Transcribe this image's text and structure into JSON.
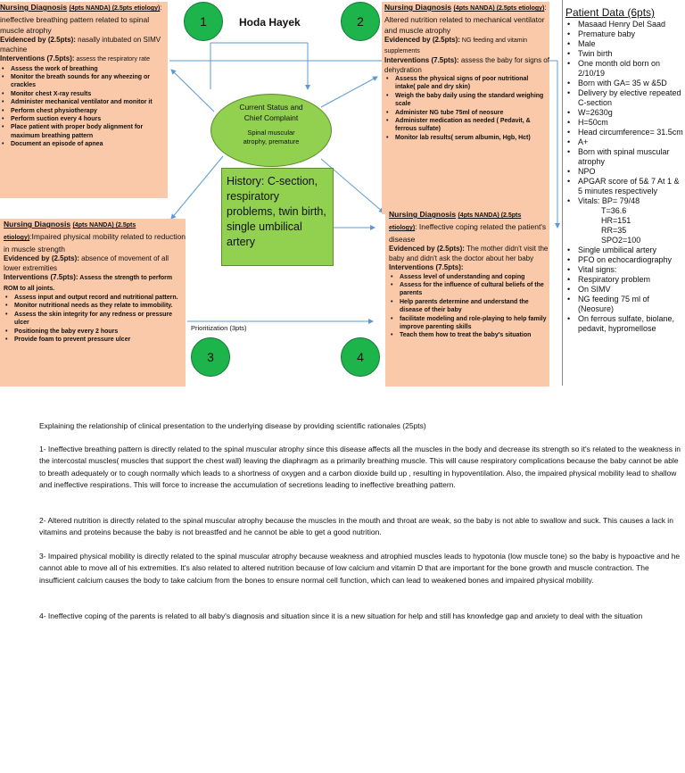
{
  "author": "Hoda Hayek",
  "circles": [
    "1",
    "2",
    "3",
    "4"
  ],
  "center": {
    "line1": "Current Status and",
    "line2": "Chief Complaint",
    "line3": "Spinal muscular",
    "line4": "atrophy, premature"
  },
  "history": "History: C-section, respiratory problems, twin birth, single umbilical artery",
  "prioritization": "Prioritization (3pts)",
  "box1": {
    "dx_label": "Nursing Diagnosis",
    "dx_pts": "(4pts NANDA) (2.5pts etiology)",
    "dx_text": ": ineffective breathing pattern related to spinal muscle atrophy",
    "ev_label": "Evidenced by",
    "ev_pts": "(2.5pts):",
    "ev_text": " nasally intubated on SIMV machine",
    "int_label": "Interventions",
    "int_pts": "(7.5pts):",
    "int_text": " assess the respiratory rate",
    "items": [
      "Assess the work of breathing",
      "Monitor the breath sounds for any wheezing or crackles",
      "Monitor chest X-ray results",
      "Administer mechanical ventilator and monitor it",
      "Perform chest physiotherapy",
      "Perform suction every 4 hours",
      "Place patient with proper body alignment for maximum breathing pattern",
      "Document an episode of apnea"
    ]
  },
  "box2": {
    "dx_label": "Nursing Diagnosis",
    "dx_pts": "(4pts NANDA) (2.5pts etiology)",
    "dx_text": ": Altered nutrition related to mechanical ventilator and muscle atrophy",
    "ev_label": "Evidenced by",
    "ev_pts": "(2.5pts):",
    "ev_text": " NG feeding and vitamin supplements",
    "int_label": "Interventions",
    "int_pts": "(7.5pts):",
    "int_text": " assess the baby for signs of dehydration",
    "items": [
      "Assess the physical signs of poor nutritional intake( pale and dry skin)",
      "Weigh the baby daily using the standard weighing scale",
      "Administer NG tube 75ml of neosure",
      "Administer medication as needed ( Pedavit, & ferrous sulfate)",
      "Monitor lab results( serum albumin, Hgb, Hct)"
    ]
  },
  "box3": {
    "dx_label": "Nursing Diagnosis",
    "dx_pts": "(4pts NANDA) (2.5pts etiology)",
    "dx_text": ":Impaired physical mobility related to reduction in muscle strength",
    "ev_label": "Evidenced by",
    "ev_pts": "(2.5pts):",
    "ev_text": " absence of movement of all lower extremities",
    "int_label": "Interventions",
    "int_pts": "(7.5pts):",
    "int_text": " Assess the strength to perform ROM to all joints.",
    "items": [
      "Assess input and output record and nutritional pattern.",
      "Monitor nutritional needs as they relate to immobility.",
      "Assess the skin integrity for any redness or pressure ulcer",
      "Positioning the baby every 2 hours",
      "Provide foam to prevent pressure ulcer"
    ]
  },
  "box4": {
    "dx_label": "Nursing Diagnosis",
    "dx_pts": "(4pts NANDA) (2.5pts etiology)",
    "dx_text": ": Ineffective coping related the patient's disease",
    "ev_label": "Evidenced by",
    "ev_pts": "(2.5pts):",
    "ev_text": " The mother didn't visit the baby and didn't ask the doctor about her baby",
    "int_label": "Interventions",
    "int_pts": "(7.5pts):",
    "int_text": "",
    "items": [
      "Assess level of understanding and coping",
      "Assess for the influence of cultural beliefs of the parents",
      "Help parents determine and understand the disease of their baby",
      "facilitate modeling and role-playing to help family improve parenting skills",
      "Teach them how to treat the baby's situation"
    ]
  },
  "patient": {
    "title": "Patient Data (6pts)",
    "lines": [
      {
        "t": "Masaad Henry Del Saad",
        "s": "bul"
      },
      {
        "t": "Premature baby",
        "s": "bul"
      },
      {
        "t": "Male",
        "s": "bul"
      },
      {
        "t": "Twin birth",
        "s": "bul"
      },
      {
        "t": "One month old born on 2/10/19",
        "s": "bul"
      },
      {
        "t": "Born with GA= 35 w &5D",
        "s": "bul"
      },
      {
        "t": "Delivery by elective repeated C-section",
        "s": "bul"
      },
      {
        "t": "W=2630g",
        "s": "bul"
      },
      {
        "t": "H=50cm",
        "s": "bul"
      },
      {
        "t": "Head circumference= 31.5cm",
        "s": "bul"
      },
      {
        "t": "A+",
        "s": "bul"
      },
      {
        "t": "Born with spinal muscular atrophy",
        "s": "bul"
      },
      {
        "t": "NPO",
        "s": "bul"
      },
      {
        "t": "APGAR score of 5& 7 At 1 & 5 minutes respectively",
        "s": "bul"
      },
      {
        "t": "Vitals: BP= 79/48",
        "s": "bul"
      },
      {
        "t": "T=36.6",
        "s": "ind"
      },
      {
        "t": "HR=151",
        "s": "ind"
      },
      {
        "t": "RR=35",
        "s": "ind"
      },
      {
        "t": "SPO2=100",
        "s": "ind"
      },
      {
        "t": "Single umbilical artery",
        "s": "bul"
      },
      {
        "t": "PFO on echocardiography",
        "s": "bul"
      },
      {
        "t": "Vital signs:",
        "s": "bul"
      },
      {
        "t": "Respiratory problem",
        "s": "bul"
      },
      {
        "t": "On SIMV",
        "s": "bul"
      },
      {
        "t": "NG feeding 75 ml of (Neosure)",
        "s": "bul"
      },
      {
        "t": "On ferrous sulfate, biolane, pedavit, hypromellose",
        "s": "bul"
      }
    ]
  },
  "lower": {
    "heading": "Explaining the relationship of clinical presentation to the underlying disease by providing scientific rationales (25pts)",
    "p1": "1- Ineffective breathing pattern is directly related to the spinal muscular atrophy since this disease affects all the muscles in the body and decrease its strength so it's related to the weakness in the intercostal muscles( muscles that support the chest wall) leaving the diaphragm as a primarily breathing muscle. This will cause respiratory complications because the baby cannot be able to breath adequately or to cough normally which leads to a shortness of oxygen and a carbon dioxide build up , resulting in hypoventilation. Also, the impaired physical mobility lead to shallow and ineffective respirations. This will force to increase the accumulation of secretions leading to ineffective breathing pattern.",
    "p2": "2- Altered nutrition is directly related to the spinal muscular atrophy because the muscles in the mouth and throat are weak, so the baby is not able to swallow and suck. This causes a lack in vitamins and proteins because the baby is not breastfed and he cannot be able to get a good nutrition.",
    "p3": "3- Impaired physical mobility is directly related to the spinal muscular atrophy because weakness and atrophied muscles leads to hypotonia (low muscle tone) so the baby is hypoactive and he cannot able to move all of his extremities. It's also related to altered nutrition because of low calcium and vitamin D that are important for the bone growth and muscle contraction. The insufficient calcium causes the body to take calcium from the bones to ensure normal cell function, which can lead to weakened bones and impaired physical mobility.",
    "p4": "4- Ineffective coping of the parents is related to all baby's diagnosis and situation since it is a new situation for help and still has knowledge gap and anxiety to deal with the situation"
  }
}
